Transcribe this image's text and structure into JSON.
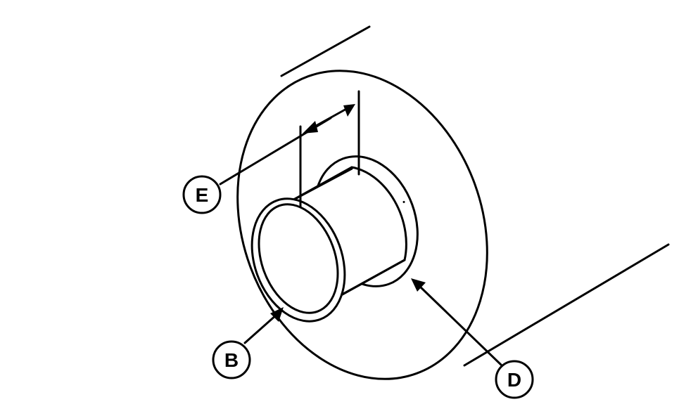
{
  "callouts": {
    "e": {
      "label": "E"
    },
    "b": {
      "label": "B"
    },
    "d": {
      "label": "D"
    }
  },
  "colors": {
    "line": "#000000",
    "background": "#ffffff"
  }
}
